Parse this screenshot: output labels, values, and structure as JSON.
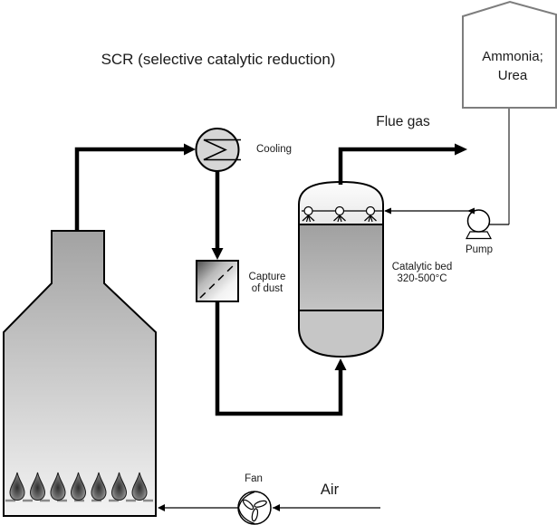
{
  "diagram": {
    "title": "SCR (selective catalytic reduction)",
    "labels": {
      "tank_line1": "Ammonia;",
      "tank_line2": "Urea",
      "flue_gas": "Flue gas",
      "cooling": "Cooling",
      "capture_line1": "Capture",
      "capture_line2": "of dust",
      "catalytic_line1": "Catalytic bed",
      "catalytic_line2": "320-500°C",
      "pump": "Pump",
      "fan": "Fan",
      "air": "Air"
    },
    "colors": {
      "background": "#ffffff",
      "line": "#000000",
      "tank_outline": "#7d7d7d",
      "furnace_fill_top": "#a2a2a2",
      "furnace_fill_bottom": "#f3f3f3",
      "cooling_fill": "#d6d6d6",
      "dust_box_dark": "#4a4a4a",
      "reactor_dome_fill": "#f2f2f2",
      "catalytic_bed_top": "#a0a0a0",
      "catalytic_bed_bottom": "#c4c4c4",
      "reactor_bottom_fill": "#c6c6c6",
      "grate_dash": "#8a8a8a",
      "flame_dark": "#2e2e2e",
      "flame_light": "#b8b8b8"
    }
  }
}
